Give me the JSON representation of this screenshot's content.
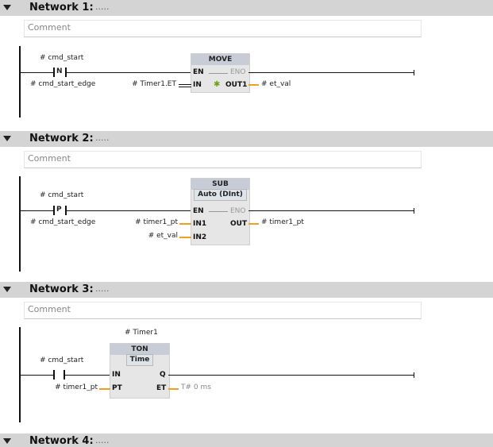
{
  "networks": [
    {
      "title": "Network 1:",
      "dots": ".....",
      "comment": "Comment",
      "contact": {
        "letter": "N",
        "top": "# cmd_start",
        "bottom": "# cmd_start_edge"
      },
      "block": {
        "name": "MOVE",
        "en": "EN",
        "eno": "ENO",
        "in": "IN",
        "out1": "OUT1",
        "in_var": "# Timer1.ET",
        "out_var": "# et_val"
      }
    },
    {
      "title": "Network 2:",
      "dots": ".....",
      "comment": "Comment",
      "contact": {
        "letter": "P",
        "top": "# cmd_start",
        "bottom": "# cmd_start_edge"
      },
      "block": {
        "name": "SUB",
        "sub": "Auto (DInt)",
        "en": "EN",
        "eno": "ENO",
        "in1": "IN1",
        "in2": "IN2",
        "out": "OUT",
        "in1_var": "# timer1_pt",
        "in2_var": "# et_val",
        "out_var": "# timer1_pt"
      }
    },
    {
      "title": "Network 3:",
      "dots": ".....",
      "comment": "Comment",
      "instance": "# Timer1",
      "contact": {
        "top": "# cmd_start"
      },
      "block": {
        "name": "TON",
        "sub": "Time",
        "in": "IN",
        "pt": "PT",
        "q": "Q",
        "et": "ET",
        "pt_var": "# timer1_pt",
        "et_var": "T# 0 ms"
      }
    },
    {
      "title": "Network 4:",
      "dots": "....."
    }
  ],
  "colors": {
    "header_bg": "#d4d4d4",
    "block_head": "#c8ccd6",
    "connection": "#f0a020",
    "enabled_star": "#6aa314"
  }
}
